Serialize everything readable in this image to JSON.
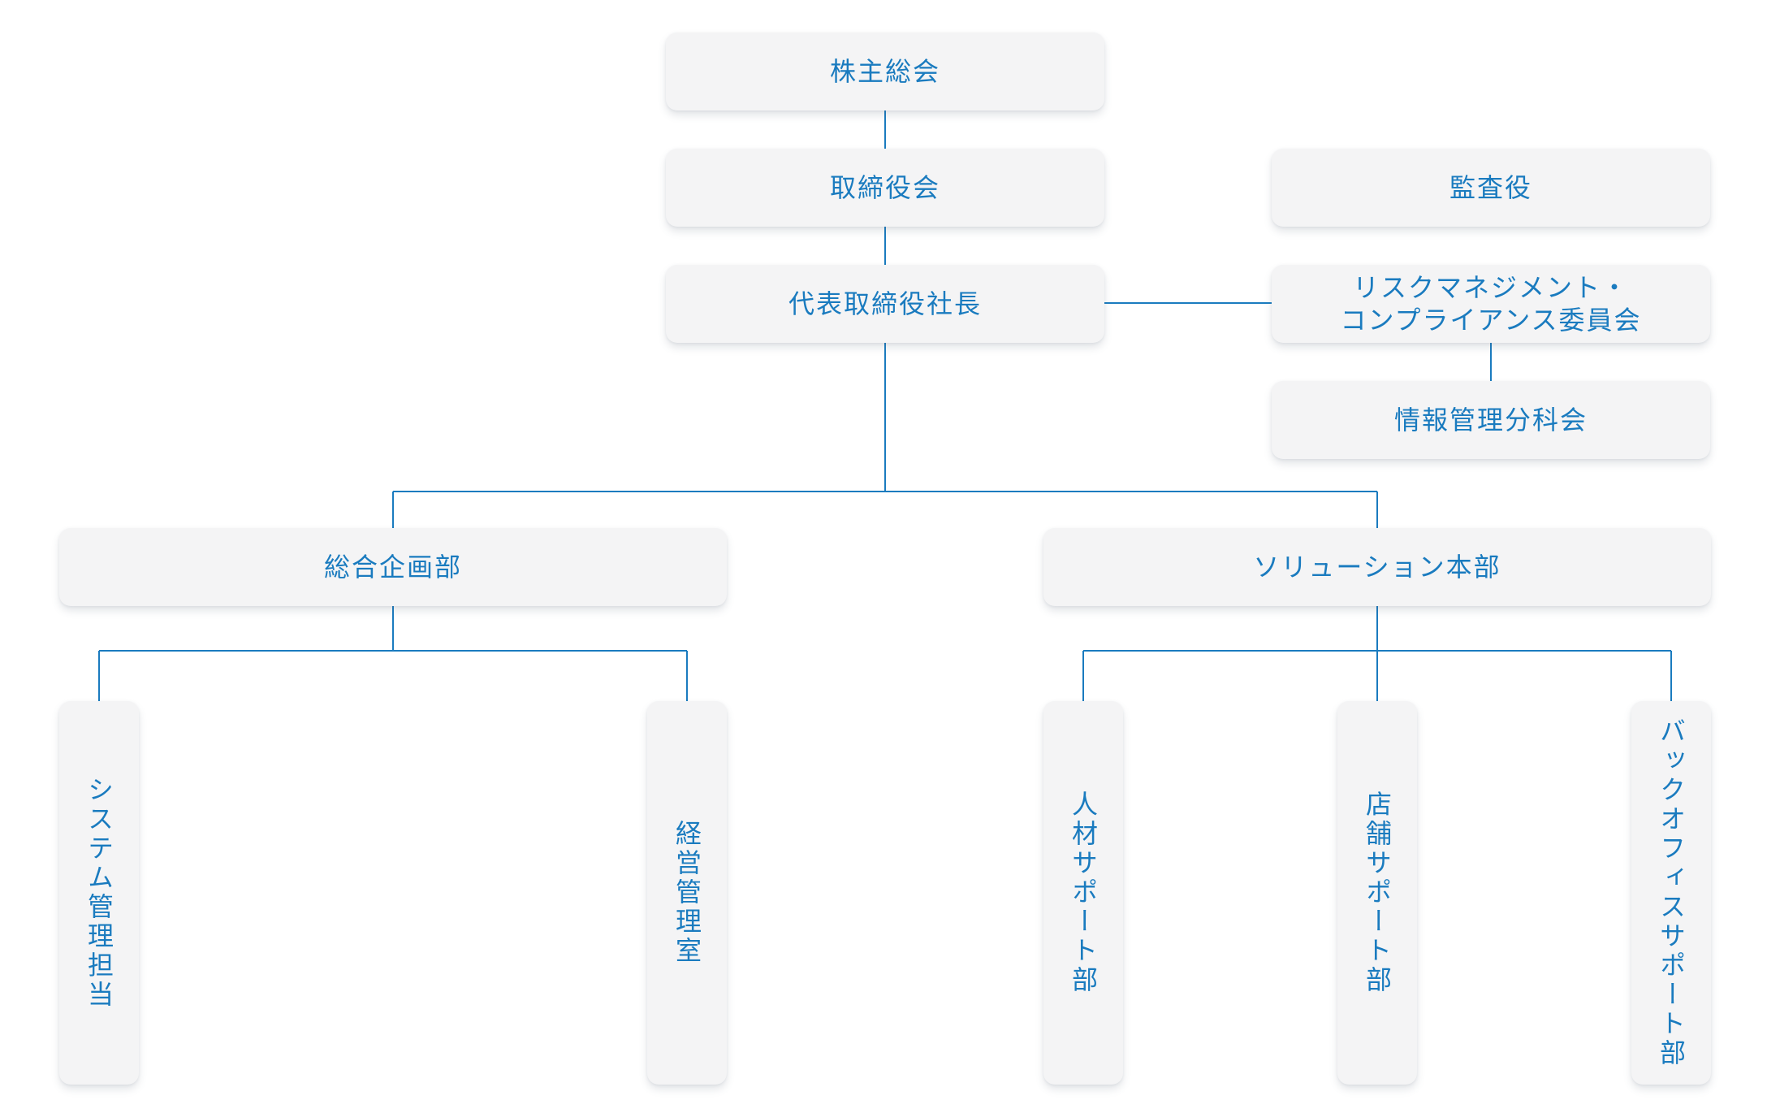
{
  "org_chart": {
    "shareholders_meeting": "株主総会",
    "board_of_directors": "取締役会",
    "president": "代表取締役社長",
    "auditor": "監査役",
    "risk_committee": {
      "line1": "リスクマネジメント・",
      "line2": "コンプライアンス委員会"
    },
    "info_subcommittee": "情報管理分科会",
    "planning_dept": "総合企画部",
    "solution_hq": "ソリューション本部",
    "system_admin": "システム管理担当",
    "management_office": "経営管理室",
    "hr_support": "人材サポート部",
    "store_support": "店舗サポート部",
    "backoffice_support": "バックオフィスサポート部"
  },
  "colors": {
    "accent": "#1a7bbf",
    "box_fill": "#f4f4f5",
    "background": "#ffffff"
  }
}
